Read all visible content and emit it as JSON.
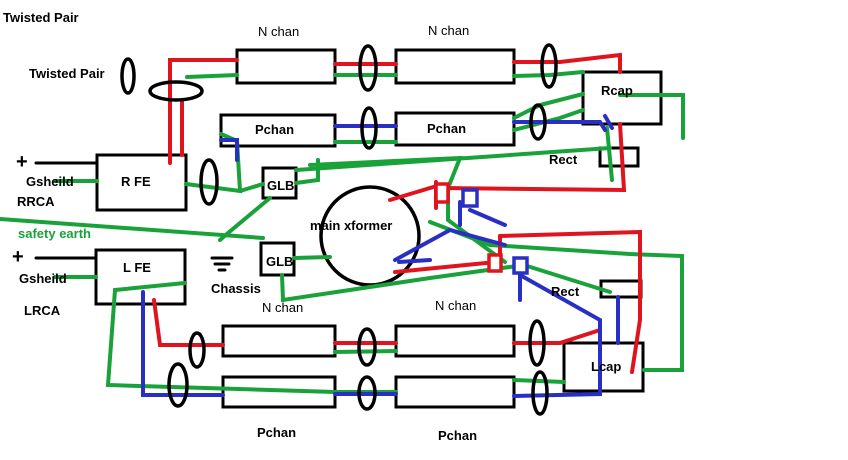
{
  "labels": {
    "title": "Twisted Pair",
    "twisted_pair": "Twisted Pair",
    "plus_top": "+",
    "plus_bottom": "+",
    "gshield_top": "Gsheild",
    "rrca": "RRCA",
    "safety_earth": "safety earth",
    "gshield_bottom": "Gsheild",
    "lrca": "LRCA",
    "rfe": "R FE",
    "lfe": "L FE",
    "chassis": "Chassis",
    "glb_top": "GLB",
    "glb_bottom": "GLB",
    "main_xformer": "main xformer",
    "nchan_top_left": "N chan",
    "nchan_top_right": "N chan",
    "pchan_top_left": "Pchan",
    "pchan_top_right": "Pchan",
    "nchan_bottom_left": "N chan",
    "nchan_bottom_right": "N chan",
    "pchan_bottom_left": "Pchan",
    "pchan_bottom_right": "Pchan",
    "rcap": "Rcap",
    "lcap": "Lcap",
    "rect_top": "Rect",
    "rect_bottom": "Rect"
  },
  "colors": {
    "positive_wire": "#e0141e",
    "ground_wire": "#1aa23a",
    "negative_wire": "#2a2fc4",
    "signal_wire": "#000000"
  }
}
